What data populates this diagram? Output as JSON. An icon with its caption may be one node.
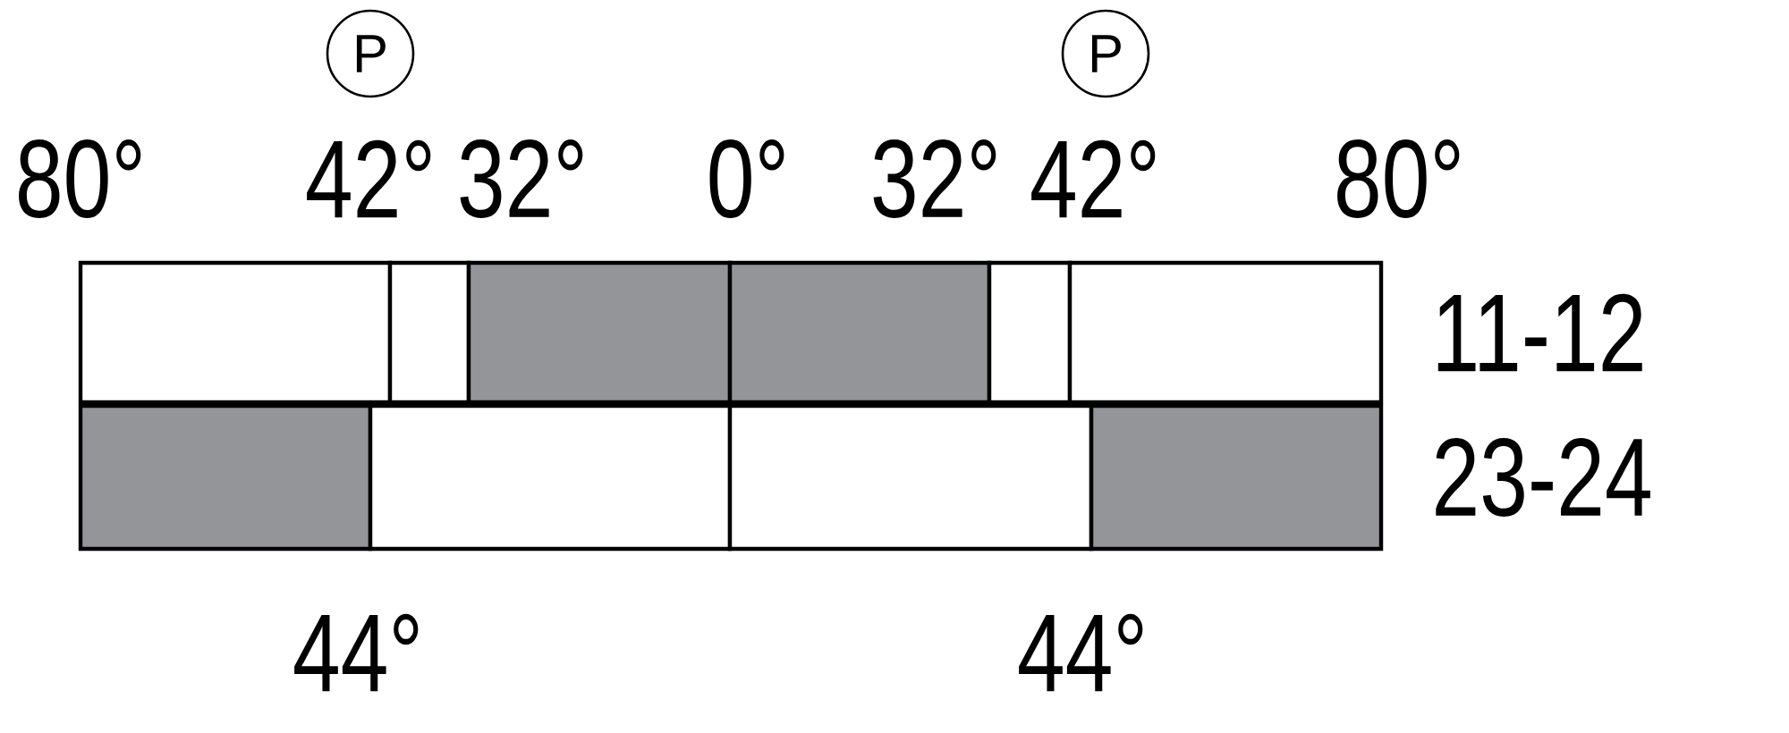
{
  "diagram": {
    "nodes": [
      {
        "text": [
          "P"
        ]
      },
      {
        "text": [
          "P"
        ]
      },
      {
        "text": [
          "11-12"
        ]
      },
      {
        "text": [
          "23-24"
        ]
      }
    ],
    "edges": [],
    "labels": [
      "80°",
      "42°",
      "32°",
      "0°",
      "32°",
      "42°",
      "80°",
      "44°",
      "44°"
    ]
  }
}
